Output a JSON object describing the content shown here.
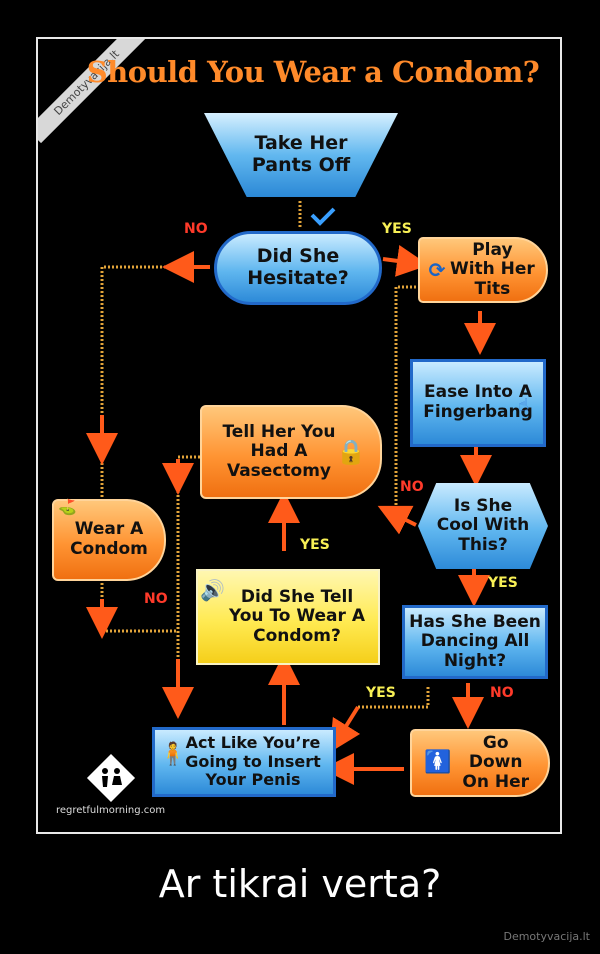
{
  "poster": {
    "title": "Should You Wear a Condom?",
    "watermark_ribbon": "Demotyvacija.lt",
    "site": "regretfulmorning.com"
  },
  "nodes": {
    "take_pants": "Take Her Pants Off",
    "hesitate": "Did She Hesitate?",
    "play_tits": "Play With Her Tits",
    "fingerbang": "Ease Into A Fingerbang",
    "vasectomy": "Tell Her You Had A Vasectomy",
    "cool": "Is She Cool With This?",
    "wear_condom": "Wear A Condom",
    "tell_wear": "Did She Tell You To Wear A Condom?",
    "dancing": "Has She Been Dancing All Night?",
    "act_like": "Act Like You’re Going to Insert Your Penis",
    "go_down": "Go Down On Her"
  },
  "labels": {
    "no": "NO",
    "yes": "YES"
  },
  "caption": "Ar tikrai verta?",
  "brand": "Demotyvacija.lt",
  "colors": {
    "title": "#ff8a2a",
    "no": "#ff3a2a",
    "yes": "#f7ef55",
    "arrow": "#ff5a1a"
  }
}
